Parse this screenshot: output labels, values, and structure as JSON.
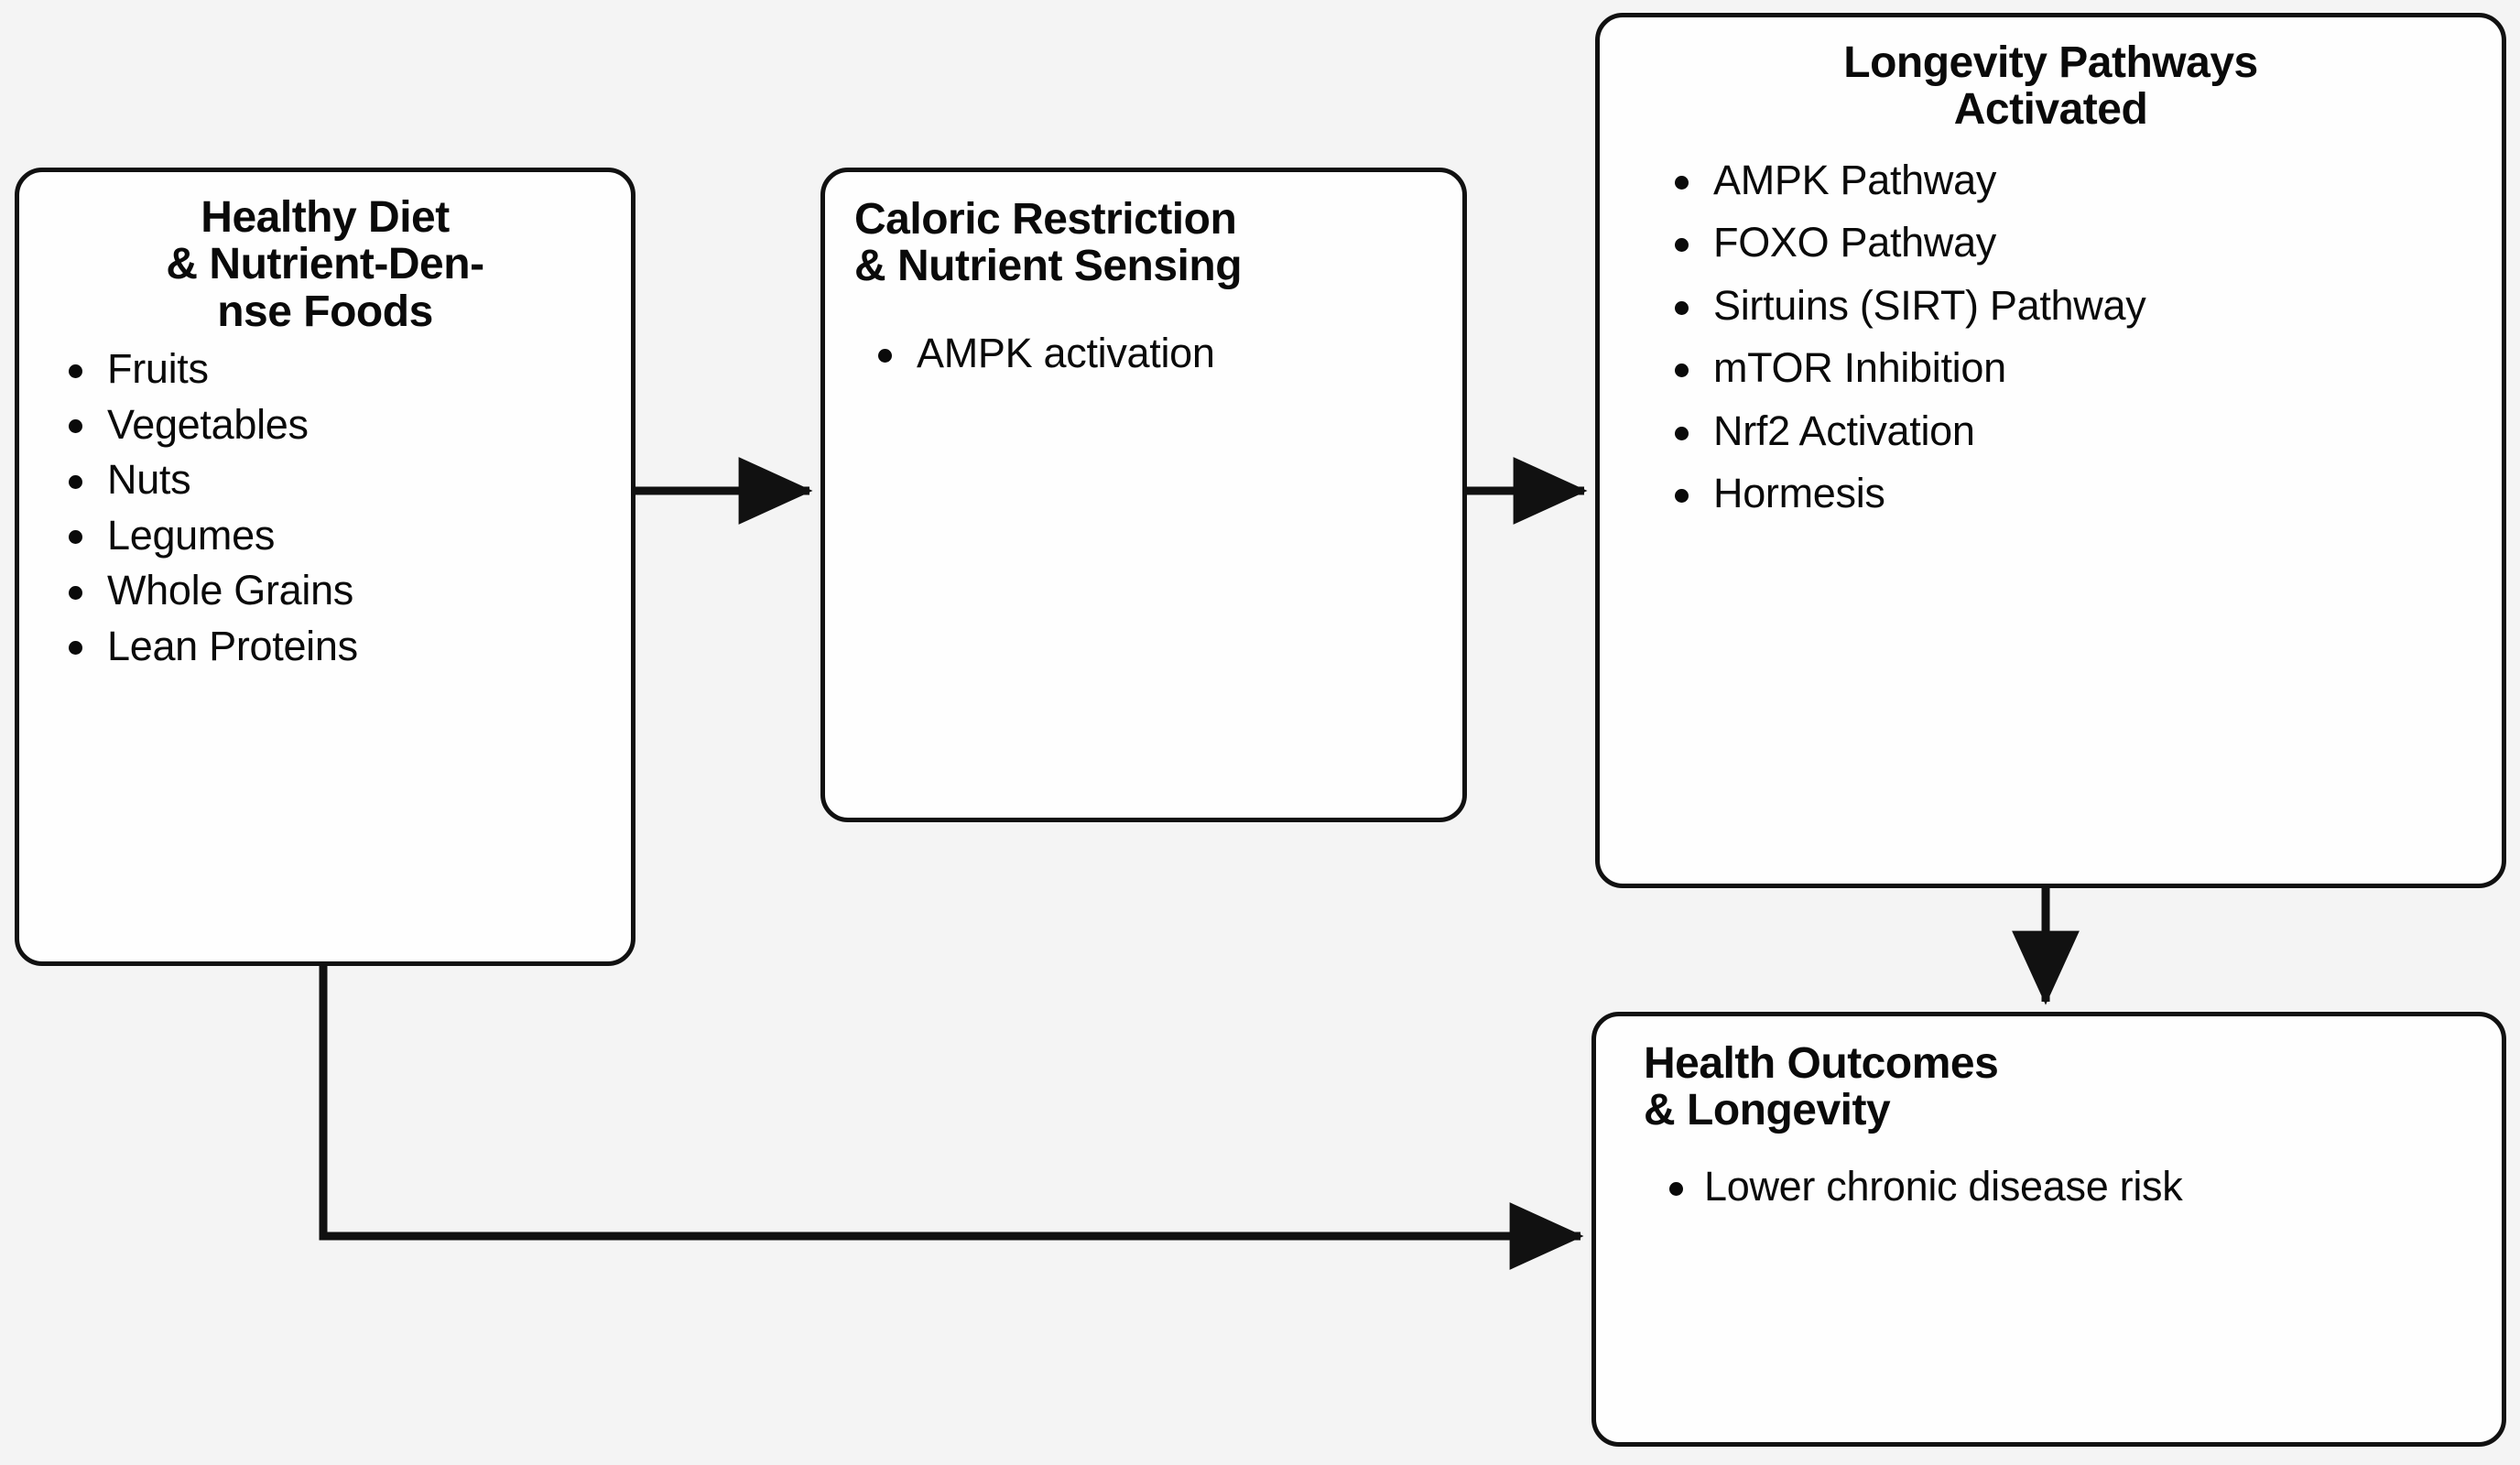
{
  "diagram": {
    "type": "flowchart",
    "title": "Diet, nutrient sensing and longevity pathway flowchart",
    "background_color": "#f4f4f4",
    "node_fill_color": "#fefefe",
    "node_border_color": "#111111",
    "text_color": "#0a0a0a",
    "nodes": [
      {
        "id": "diet",
        "title": "Healthy Diet\n& Nutrient-Den-\nnse Foods",
        "title_align": "center",
        "items": [
          "Fruits",
          "Vegetables",
          "Nuts",
          "Legumes",
          "Whole Grains",
          "Lean Proteins"
        ]
      },
      {
        "id": "caloric_restriction",
        "title": "Caloric Restriction\n& Nutrient Sensing",
        "title_align": "left",
        "items": [
          "AMPK activation"
        ]
      },
      {
        "id": "longevity_pathways",
        "title": "Longevity Pathways\nActivated",
        "title_align": "center",
        "items": [
          "AMPK Pathway",
          "FOXO Pathway",
          "Sirtuins (SIRT) Pathway",
          "mTOR Inhibition",
          "Nrf2 Activation",
          "Hormesis"
        ]
      },
      {
        "id": "health_outcomes",
        "title": "Health Outcomes\n& Longevity",
        "title_align": "left",
        "items": [
          "Lower chronic disease risk"
        ]
      }
    ],
    "edges": [
      {
        "from": "diet",
        "to": "caloric_restriction",
        "style": "straight-arrow",
        "direction": "right"
      },
      {
        "from": "caloric_restriction",
        "to": "longevity_pathways",
        "style": "straight-arrow",
        "direction": "right"
      },
      {
        "from": "longevity_pathways",
        "to": "health_outcomes",
        "style": "straight-arrow",
        "direction": "down"
      },
      {
        "from": "diet",
        "to": "health_outcomes",
        "style": "elbow-arrow",
        "direction": "down-then-right"
      }
    ]
  }
}
